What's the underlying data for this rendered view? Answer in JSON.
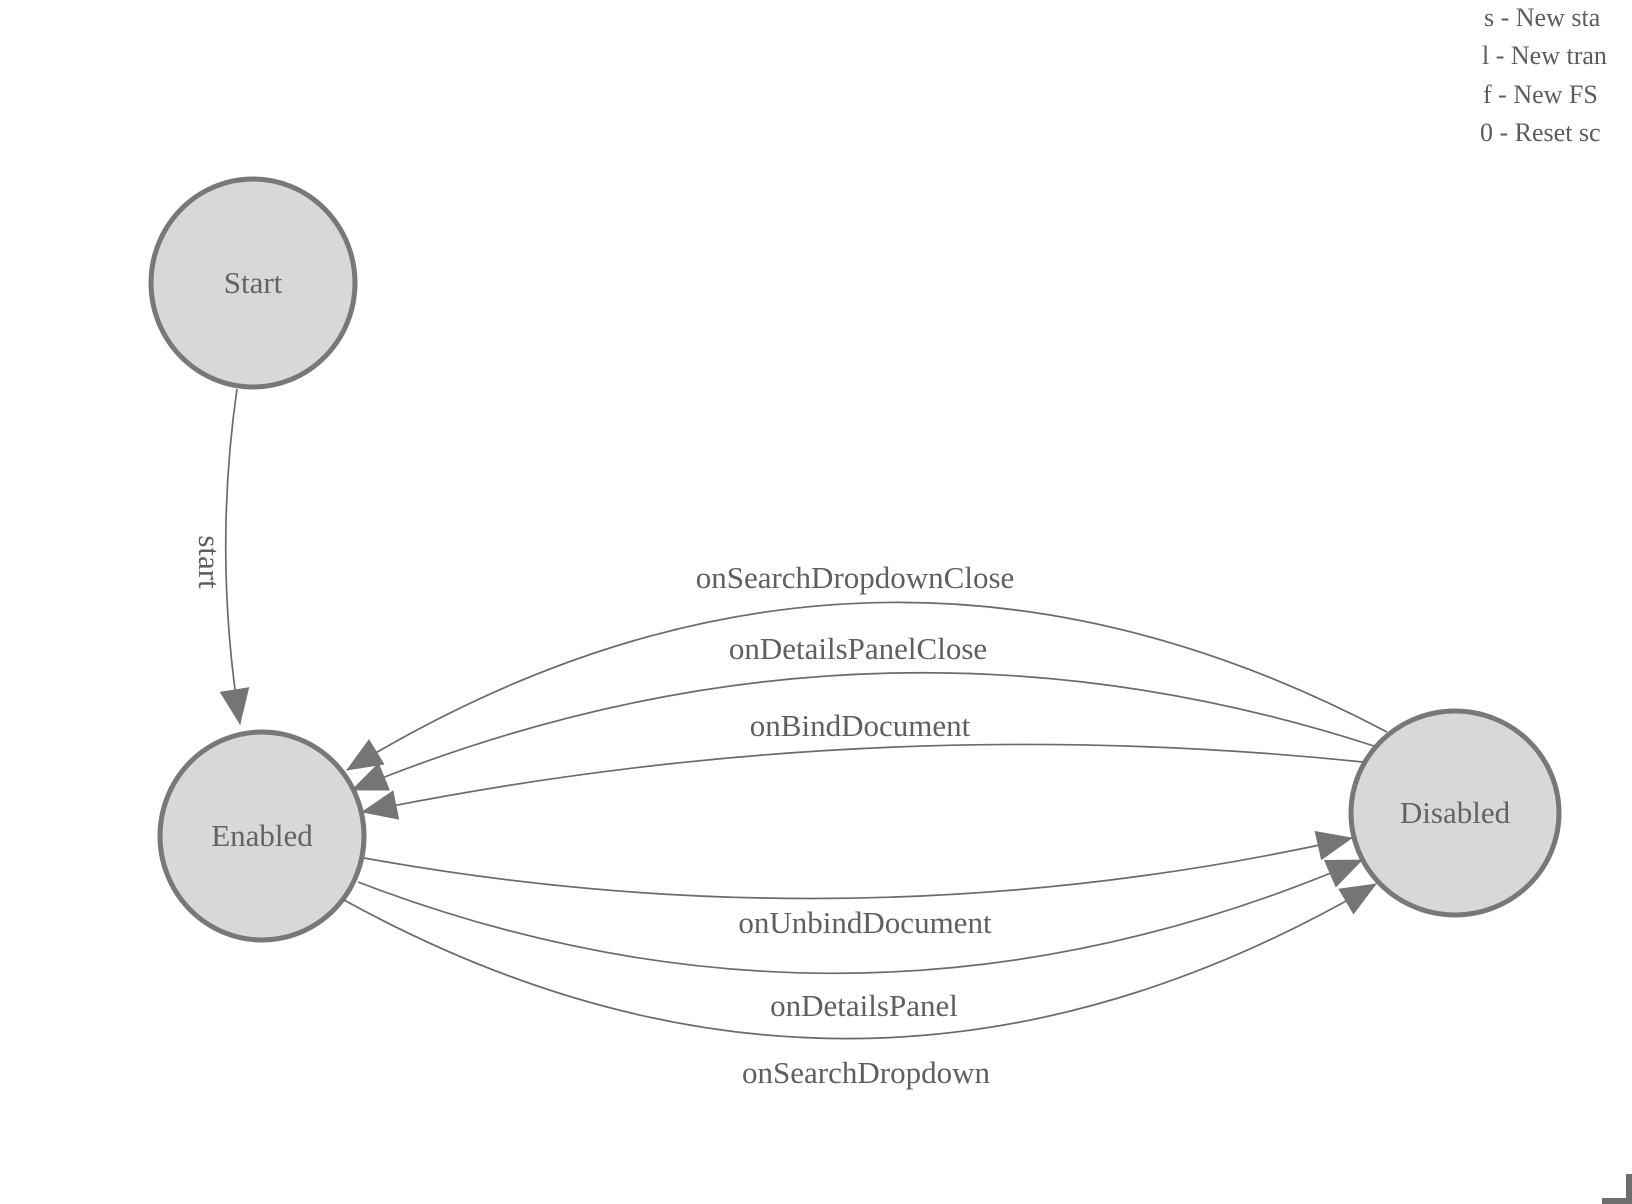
{
  "diagram": {
    "type": "finite-state-machine",
    "states": [
      {
        "id": "start",
        "label": "Start"
      },
      {
        "id": "enabled",
        "label": "Enabled"
      },
      {
        "id": "disabled",
        "label": "Disabled"
      }
    ],
    "transitions": [
      {
        "label": "start",
        "from": "Start",
        "to": "Enabled"
      },
      {
        "label": "onSearchDropdownClose",
        "from": "Disabled",
        "to": "Enabled"
      },
      {
        "label": "onDetailsPanelClose",
        "from": "Disabled",
        "to": "Enabled"
      },
      {
        "label": "onBindDocument",
        "from": "Disabled",
        "to": "Enabled"
      },
      {
        "label": "onUnbindDocument",
        "from": "Enabled",
        "to": "Disabled"
      },
      {
        "label": "onDetailsPanel",
        "from": "Enabled",
        "to": "Disabled"
      },
      {
        "label": "onSearchDropdown",
        "from": "Enabled",
        "to": "Disabled"
      }
    ]
  },
  "legend": {
    "lines": [
      "s - New sta",
      "l - New tran",
      "f - New FS",
      "0 - Reset sc"
    ]
  },
  "colors": {
    "node_fill": "#d8d8d8",
    "node_stroke": "#787878",
    "edge_stroke": "#6b6b6b",
    "arrowhead": "#757575",
    "label_text": "#5f5f5f",
    "legend_text": "#5c5c5e",
    "background": "#ffffff"
  }
}
